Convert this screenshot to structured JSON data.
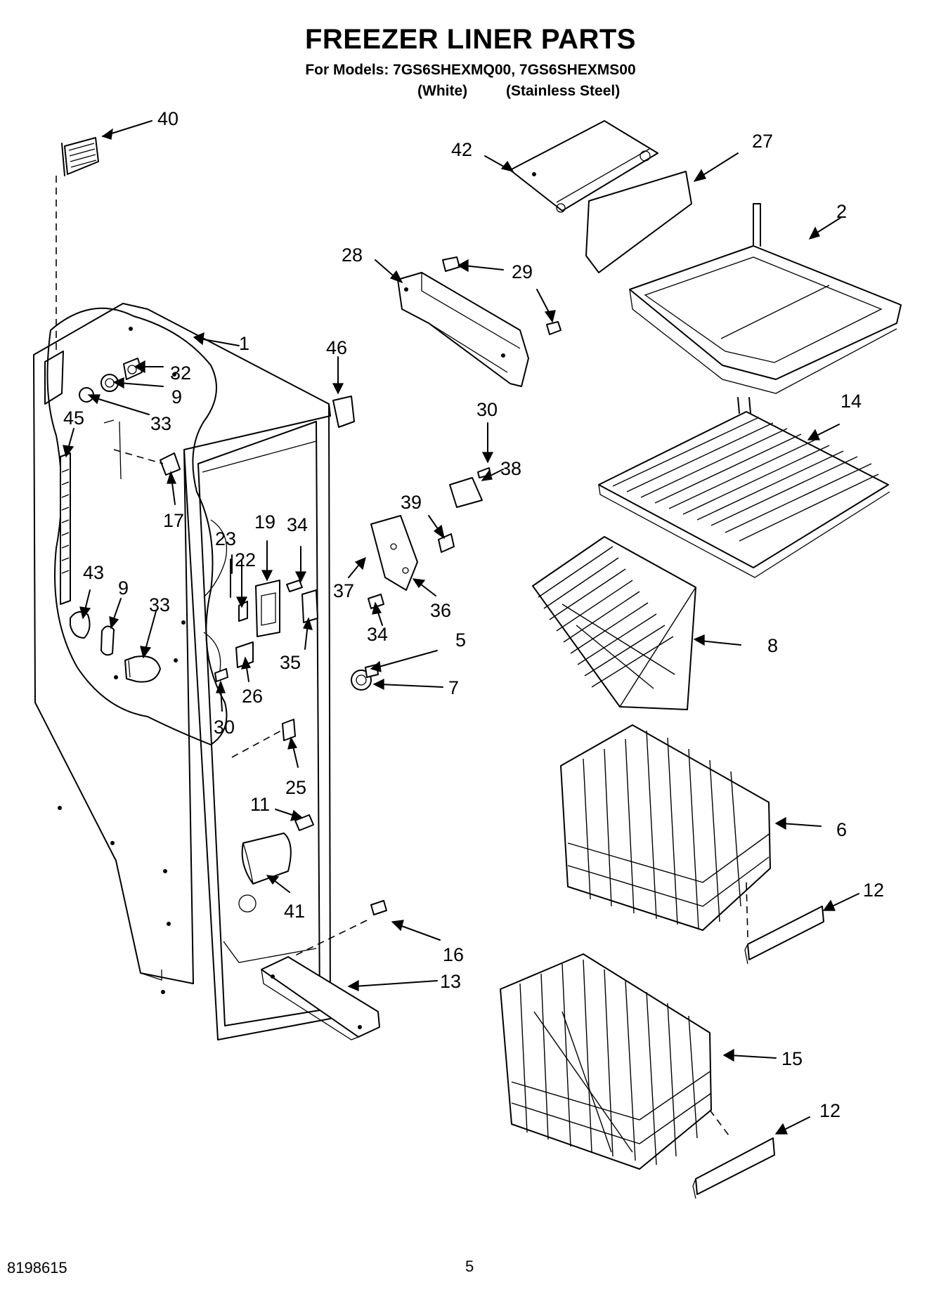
{
  "header": {
    "title": "FREEZER LINER PARTS",
    "subtitle": "For Models: 7GS6SHEXMQ00, 7GS6SHEXMS00",
    "variant_white": "(White)",
    "variant_stainless": "(Stainless Steel)"
  },
  "callouts": {
    "c40": "40",
    "c42": "42",
    "c27": "27",
    "c2": "2",
    "c28": "28",
    "c29": "29",
    "c1": "1",
    "c46": "46",
    "c32": "32",
    "c9a": "9",
    "c33a": "33",
    "c45": "45",
    "c14": "14",
    "c30a": "30",
    "c38": "38",
    "c17": "17",
    "c39": "39",
    "c19": "19",
    "c34a": "34",
    "c23": "23",
    "c22": "22",
    "c43": "43",
    "c9b": "9",
    "c33b": "33",
    "c37": "37",
    "c36": "36",
    "c34b": "34",
    "c8": "8",
    "c5": "5",
    "c35": "35",
    "c7": "7",
    "c26": "26",
    "c30b": "30",
    "c25": "25",
    "c6": "6",
    "c11": "11",
    "c41": "41",
    "c12a": "12",
    "c16": "16",
    "c13": "13",
    "c15": "15",
    "c12b": "12"
  },
  "footer": {
    "doc_number": "8198615",
    "page_number": "5"
  }
}
